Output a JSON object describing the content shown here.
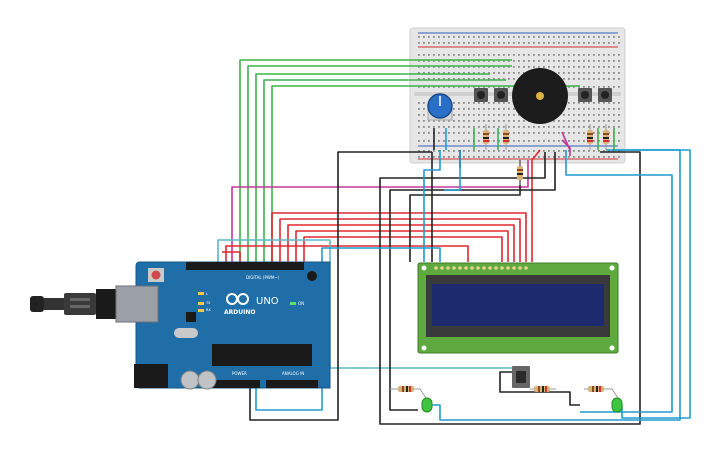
{
  "arduino": {
    "brand": "ARDUINO",
    "model": "UNO",
    "header_digital": "DIGITAL (PWM~)",
    "header_power": "POWER",
    "header_analog": "ANALOG IN",
    "led_on": "ON",
    "led_tx": "TX",
    "led_rx": "RX",
    "led_l": "L",
    "board_color": "#1f6ea8",
    "usb_color": "#9aa0a6"
  },
  "colors": {
    "wire_green": "#3bb34a",
    "wire_red": "#e0282e",
    "wire_black": "#222222",
    "wire_blue": "#1f9bd1",
    "wire_magenta": "#c2389a",
    "wire_teal": "#59b9c7",
    "breadboard": "#e8e8e8",
    "lcd_frame": "#5faa3f",
    "lcd_screen": "#1d2b6e",
    "led_green": "#3ec43e",
    "buzzer": "#1c1c1c",
    "potentiometer": "#2a6fc7"
  },
  "icons": {
    "usb": "usb-cable-icon",
    "arduino_logo": "arduino-infinity-logo-icon",
    "reset": "reset-button-icon"
  }
}
